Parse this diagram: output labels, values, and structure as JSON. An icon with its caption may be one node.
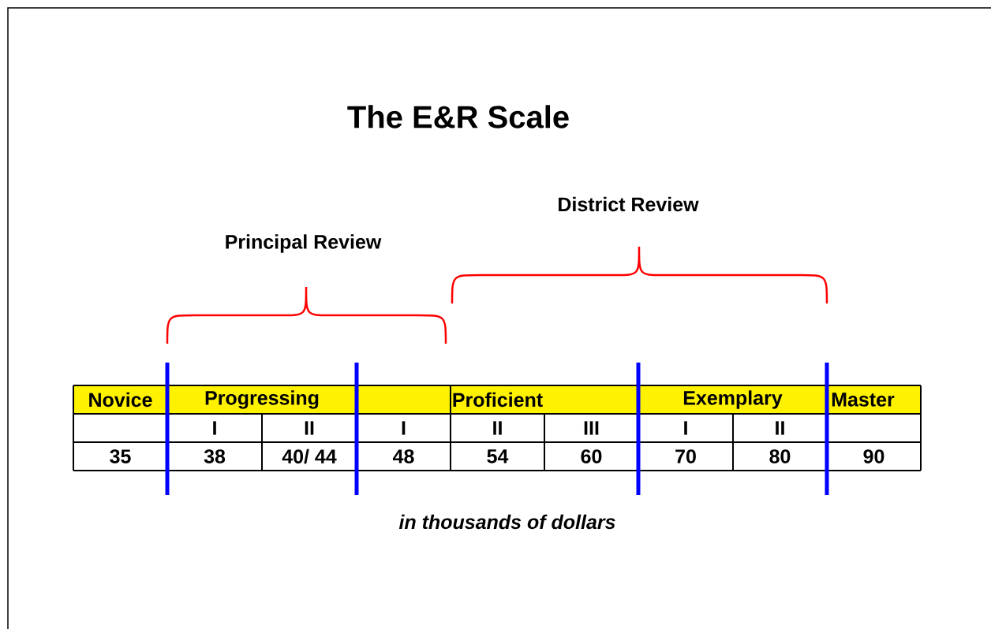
{
  "diagram": {
    "title": "The E&R Scale",
    "caption": "in thousands of dollars",
    "labels": [
      "District Review",
      "Principal Review",
      "Novice",
      "Progressing",
      "Proficient",
      "Exemplary",
      "Master",
      "I",
      "II",
      "I",
      "II",
      "III",
      "I",
      "II",
      "35",
      "38",
      "40/ 44",
      "48",
      "54",
      "60",
      "70",
      "80",
      "90"
    ]
  }
}
